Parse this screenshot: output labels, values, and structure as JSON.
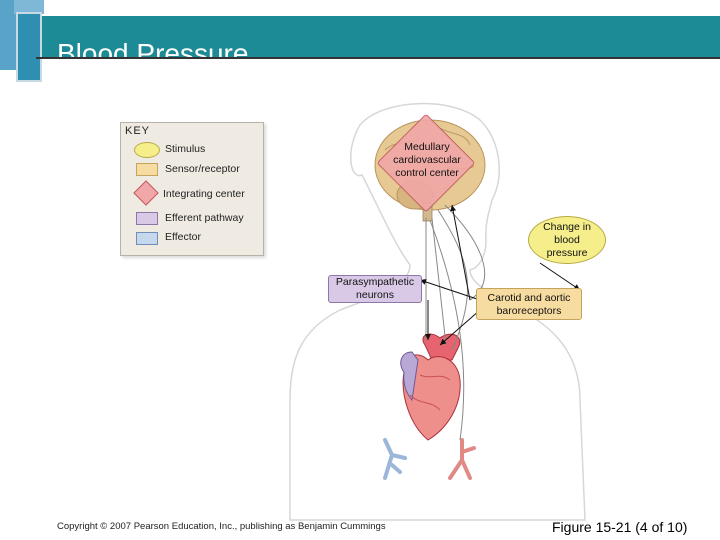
{
  "slide": {
    "title": "Blood Pressure",
    "copyright": "Copyright © 2007 Pearson Education, Inc., publishing as Benjamin Cummings",
    "figure_ref": "Figure 15-21 (4 of 10)"
  },
  "key": {
    "title": "KEY",
    "items": [
      {
        "label": "Stimulus",
        "shape": "ellipse",
        "color": "#f5ee8a"
      },
      {
        "label": "Sensor/receptor",
        "shape": "rect",
        "color": "#f7dca1"
      },
      {
        "label": "Integrating center",
        "shape": "diamond",
        "color": "#f1a7a7"
      },
      {
        "label": "Efferent pathway",
        "shape": "rect",
        "color": "#d9c9e6"
      },
      {
        "label": "Effector",
        "shape": "rect",
        "color": "#c6d8ee"
      }
    ]
  },
  "nodes": {
    "integrating": "Medullary cardiovascular control center",
    "stimulus": "Change in blood pressure",
    "sensor": "Carotid and aortic baroreceptors",
    "efferent": "Parasympathetic neurons"
  },
  "colors": {
    "banner": "#1d8b96",
    "stimulus": "#f5ee8a",
    "sensor": "#f7dca1",
    "integrating": "#f1a7a7",
    "efferent": "#d9c9e6",
    "effector": "#c6d8ee"
  }
}
